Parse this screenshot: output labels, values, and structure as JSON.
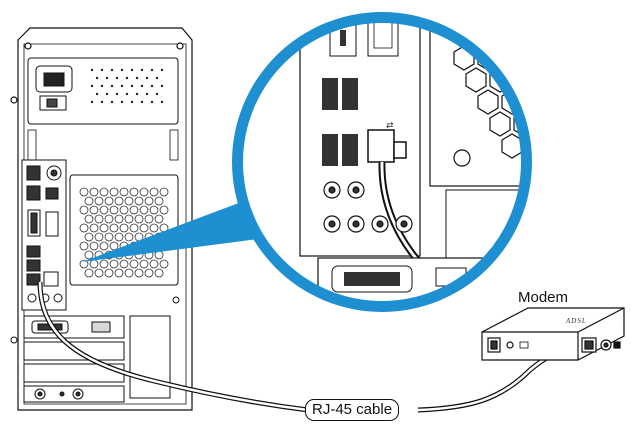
{
  "labels": {
    "modem": "Modem",
    "cable": "RJ-45 cable",
    "modem_brand": "ADSL"
  },
  "colors": {
    "zoom_callout": "#1e8fd0",
    "outline": "#111111",
    "panel_fill": "#ffffff",
    "port_gray": "#d9d9d9"
  }
}
